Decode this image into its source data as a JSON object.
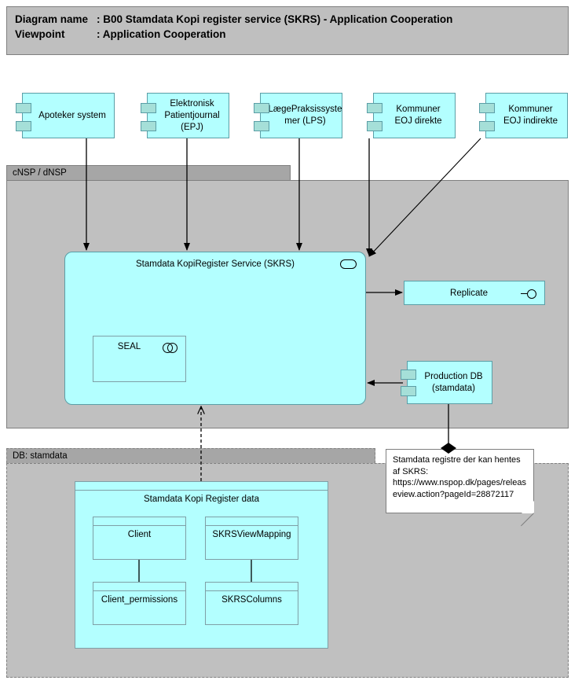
{
  "header": {
    "name_label": "Diagram name",
    "name_value": ": B00 Stamdata Kopi register service (SKRS) - Application Cooperation",
    "viewpoint_label": "Viewpoint",
    "viewpoint_value": ": Application Cooperation"
  },
  "groups": [
    {
      "id": "cnsp",
      "label": "cNSP / dNSP",
      "border": "solid"
    },
    {
      "id": "dbstamdata",
      "label": "DB: stamdata",
      "border": "dashed"
    }
  ],
  "actors": [
    {
      "label": "Apoteker system"
    },
    {
      "label": "Elektronisk Patientjournal (EPJ)"
    },
    {
      "label": "LægePraksissyste mer (LPS)"
    },
    {
      "label": "Kommuner EOJ direkte"
    },
    {
      "label": "Kommuner EOJ indirekte"
    }
  ],
  "service": {
    "title": "Stamdata KopiRegister Service (SKRS)",
    "icon": "application-component-icon"
  },
  "seal": {
    "label": "SEAL",
    "icon": "application-collaboration-icon"
  },
  "replicate": {
    "label": "Replicate",
    "icon": "application-interface-icon"
  },
  "production_db": {
    "label": "Production DB (stamdata)"
  },
  "note": {
    "text": "Stamdata registre der kan hentes af SKRS: https://www.nspop.dk/pages/releaseview.action?pageId=28872117"
  },
  "data_group": {
    "title": "Stamdata Kopi Register data",
    "objects": [
      {
        "label": "Client"
      },
      {
        "label": "SKRSViewMapping"
      },
      {
        "label": "Client_permissions"
      },
      {
        "label": "SKRSColumns"
      }
    ]
  },
  "colors": {
    "element_fill": "#b3ffff",
    "element_stroke": "#5b9ea6",
    "nub_fill": "#a5dfd8",
    "group_body": "#c0c0c0",
    "group_tab": "#a6a6a6",
    "title_fill": "#bfbfbf",
    "line": "#000000",
    "note_fill": "#ffffff"
  }
}
